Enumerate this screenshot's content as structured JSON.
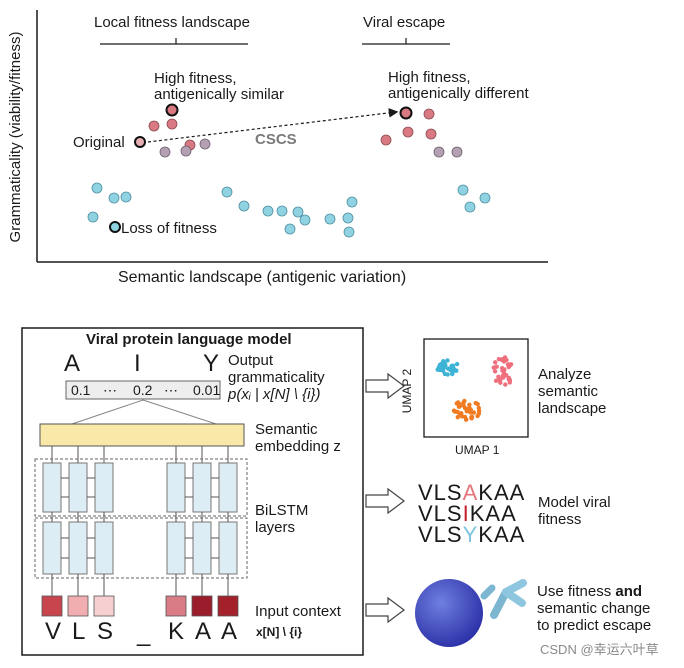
{
  "top_panel": {
    "y_axis_label": "Grammaticality (viability/fitness)",
    "x_axis_label": "Semantic landscape (antigenic variation)",
    "local_label": "Local fitness landscape",
    "escape_label": "Viral escape",
    "high_fitness_similar_line1": "High fitness,",
    "high_fitness_similar_line2": "antigenically similar",
    "high_fitness_different_line1": "High fitness,",
    "high_fitness_different_line2": "antigenically different",
    "original_label": "Original",
    "cscs_label": "CSCS",
    "loss_label": "Loss of fitness"
  },
  "model_panel": {
    "title": "Viral protein language model",
    "output_tokens": [
      "A",
      "I",
      "Y"
    ],
    "output_probs": [
      "0.1",
      "⋯",
      "0.2",
      "⋯",
      "0.01"
    ],
    "output_label_line1": "Output",
    "output_label_line2": "grammaticality",
    "output_formula": "p(xᵢ | x[N] \\ {i})",
    "embedding_label_line1": "Semantic",
    "embedding_label_line2": "embedding z",
    "bilstm_label_line1": "BiLSTM",
    "bilstm_label_line2": "layers",
    "input_label": "Input context",
    "input_formula": "x[N] \\ {i}",
    "input_tokens": [
      "V",
      "L",
      "S",
      "_",
      "K",
      "A",
      "A"
    ],
    "input_colors": [
      "#c9454d",
      "#f0aeb0",
      "#f6d0d0",
      "",
      "#d97c85",
      "#9b1c2a",
      "#a4202b"
    ]
  },
  "right_panel": {
    "umap_x": "UMAP 1",
    "umap_y": "UMAP 2",
    "analyze_line1": "Analyze",
    "analyze_line2": "semantic",
    "analyze_line3": "landscape",
    "seq1_pre": "VLS",
    "seq1_mut": "A",
    "seq1_post": "KAA",
    "seq2_pre": "VLS",
    "seq2_mut": "I",
    "seq2_post": "KAA",
    "seq3_pre": "VLS",
    "seq3_mut": "Y",
    "seq3_post": "KAA",
    "model_viral_line1": "Model viral",
    "model_viral_line2": "fitness",
    "use_fitness_pre": "Use fitness ",
    "use_fitness_and": "and",
    "use_fitness_line2": "semantic change",
    "use_fitness_line3": "to predict escape"
  },
  "watermark": "CSDN @幸运六叶草",
  "colors": {
    "pink": "#d97a82",
    "mauve": "#b3a1b3",
    "cyan": "#8fd3e3",
    "embedding": "#f9e9a8",
    "lstm": "#dcedf6",
    "mut_pink": "#e7767c",
    "mut_red": "#c61e2a",
    "mut_cyan": "#7ec3df"
  }
}
